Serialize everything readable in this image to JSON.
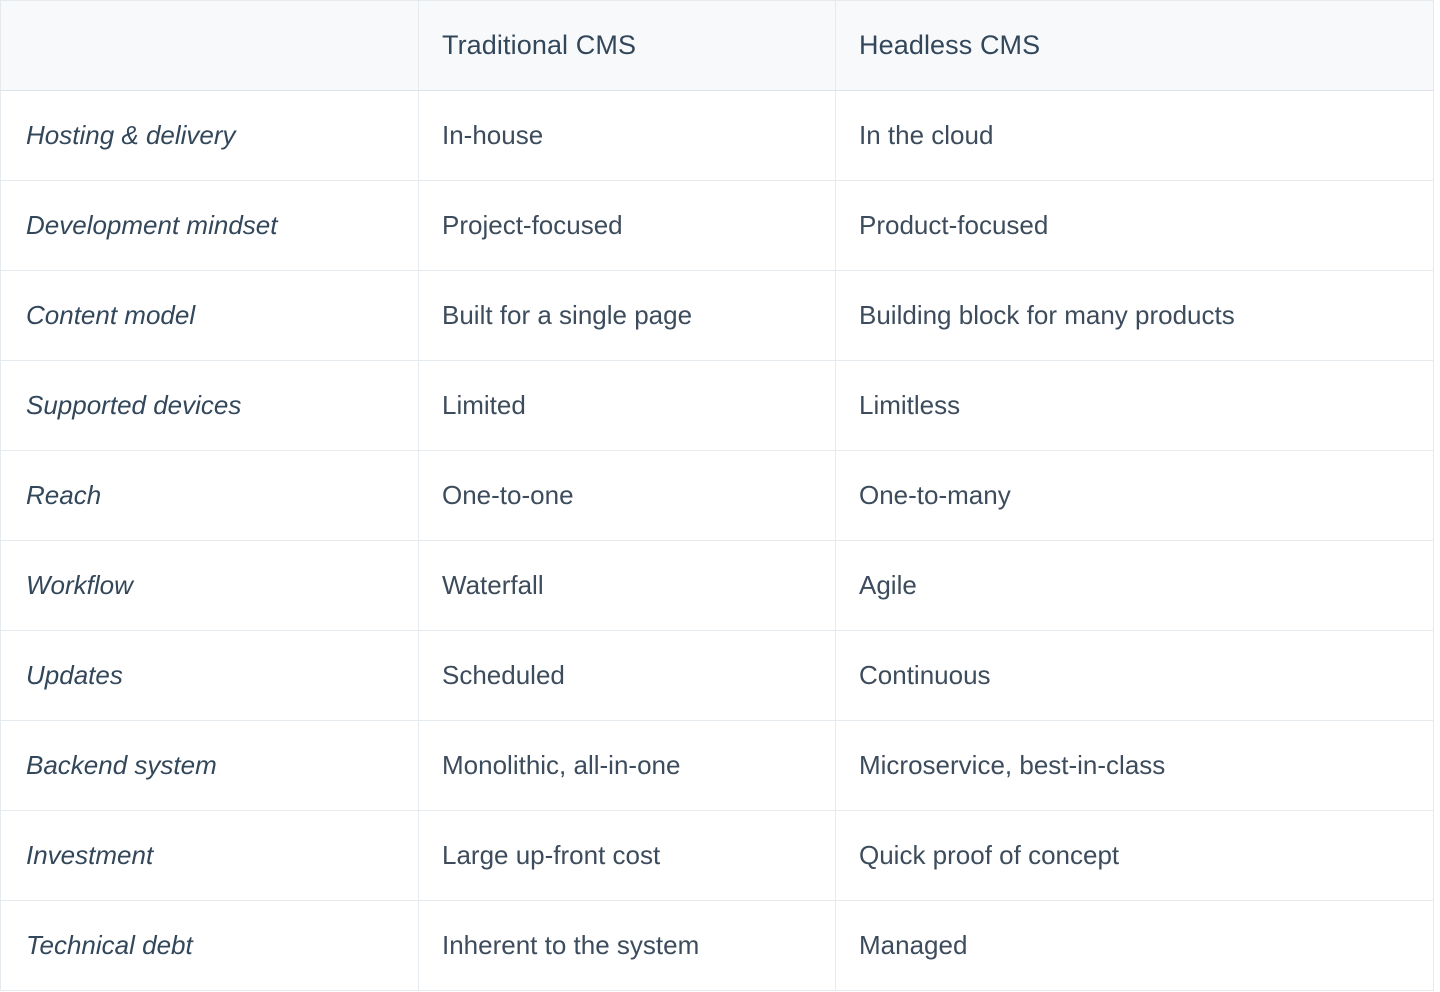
{
  "table": {
    "name": "traditional-vs-headless-cms-comparison",
    "colors": {
      "header_background": "#f8f9fb",
      "border": "#e5eaee",
      "header_text": "#33475b",
      "body_text": "#3d4c5c",
      "page_background": "#ffffff"
    },
    "columns": [
      {
        "key": "feature",
        "label": ""
      },
      {
        "key": "trad",
        "label": "Traditional CMS"
      },
      {
        "key": "headless",
        "label": "Headless CMS"
      }
    ],
    "rows": [
      {
        "feature": "Hosting & delivery",
        "trad": "In-house",
        "headless": "In the cloud"
      },
      {
        "feature": "Development mindset",
        "trad": "Project-focused",
        "headless": "Product-focused"
      },
      {
        "feature": "Content model",
        "trad": "Built for a single page",
        "headless": "Building block for many products"
      },
      {
        "feature": "Supported devices",
        "trad": "Limited",
        "headless": "Limitless"
      },
      {
        "feature": "Reach",
        "trad": "One-to-one",
        "headless": "One-to-many"
      },
      {
        "feature": "Workflow",
        "trad": "Waterfall",
        "headless": "Agile"
      },
      {
        "feature": "Updates",
        "trad": "Scheduled",
        "headless": "Continuous"
      },
      {
        "feature": "Backend system",
        "trad": "Monolithic, all-in-one",
        "headless": "Microservice, best-in-class"
      },
      {
        "feature": "Investment",
        "trad": "Large up-front cost",
        "headless": "Quick proof of concept"
      },
      {
        "feature": "Technical debt",
        "trad": "Inherent to the system",
        "headless": "Managed"
      }
    ]
  }
}
